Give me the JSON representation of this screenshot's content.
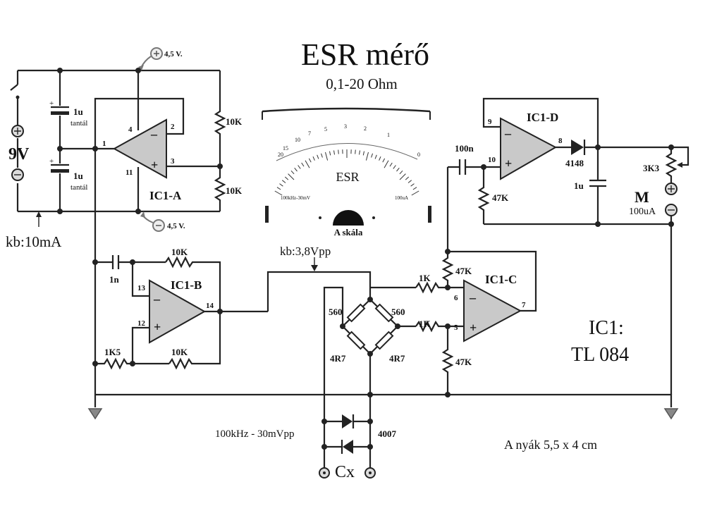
{
  "title": "ESR  mérő",
  "subtitle": "0,1-20 Ohm",
  "supply": {
    "battery": "9V",
    "current": "kb:10mA",
    "half_top": "4,5 V.",
    "half_bottom": "4,5 V."
  },
  "capacitors": {
    "c1": "1u",
    "c1_type": "tantál",
    "c2": "1u",
    "c2_type": "tantál",
    "osc": "1n",
    "coupling": "100n",
    "filter": "1u"
  },
  "resistors": {
    "div_top": "10K",
    "div_bottom": "10K",
    "osc_fb": "10K",
    "osc_bottom": "10K",
    "osc_left": "1K5",
    "bridge_tl": "560",
    "bridge_tr": "560",
    "bridge_bl": "4R7",
    "bridge_br": "4R7",
    "in_top": "1K",
    "in_bottom": "1K",
    "fb_c": "47K",
    "bottom_c": "47K",
    "pd_d": "47K",
    "trim": "3K3"
  },
  "opamps": {
    "a": "IC1-A",
    "b": "IC1-B",
    "c": "IC1-C",
    "d": "IC1-D"
  },
  "pins": {
    "a": [
      "1",
      "2",
      "3",
      "4",
      "11"
    ],
    "b": [
      "13",
      "12",
      "14"
    ],
    "c": [
      "6",
      "5",
      "7"
    ],
    "d": [
      "9",
      "10",
      "8"
    ]
  },
  "diodes": {
    "signal": "4148",
    "protect": "4007"
  },
  "meter": {
    "label": "ESR",
    "scale_values": [
      "20",
      "15",
      "10",
      "7",
      "5",
      "3",
      "2",
      "1",
      "0"
    ],
    "left_caption": "100kHz-30mV",
    "right_caption": "100uA",
    "scale_name": "A skála",
    "symbol": "M",
    "range": "100uA"
  },
  "annotations": {
    "amplitude": "kb:3,8Vpp",
    "test_signal": "100kHz - 30mVpp",
    "cx": "Cx",
    "ic": "IC1:",
    "ic_type": "TL 084",
    "pcb": "A nyák 5,5 x 4 cm"
  }
}
